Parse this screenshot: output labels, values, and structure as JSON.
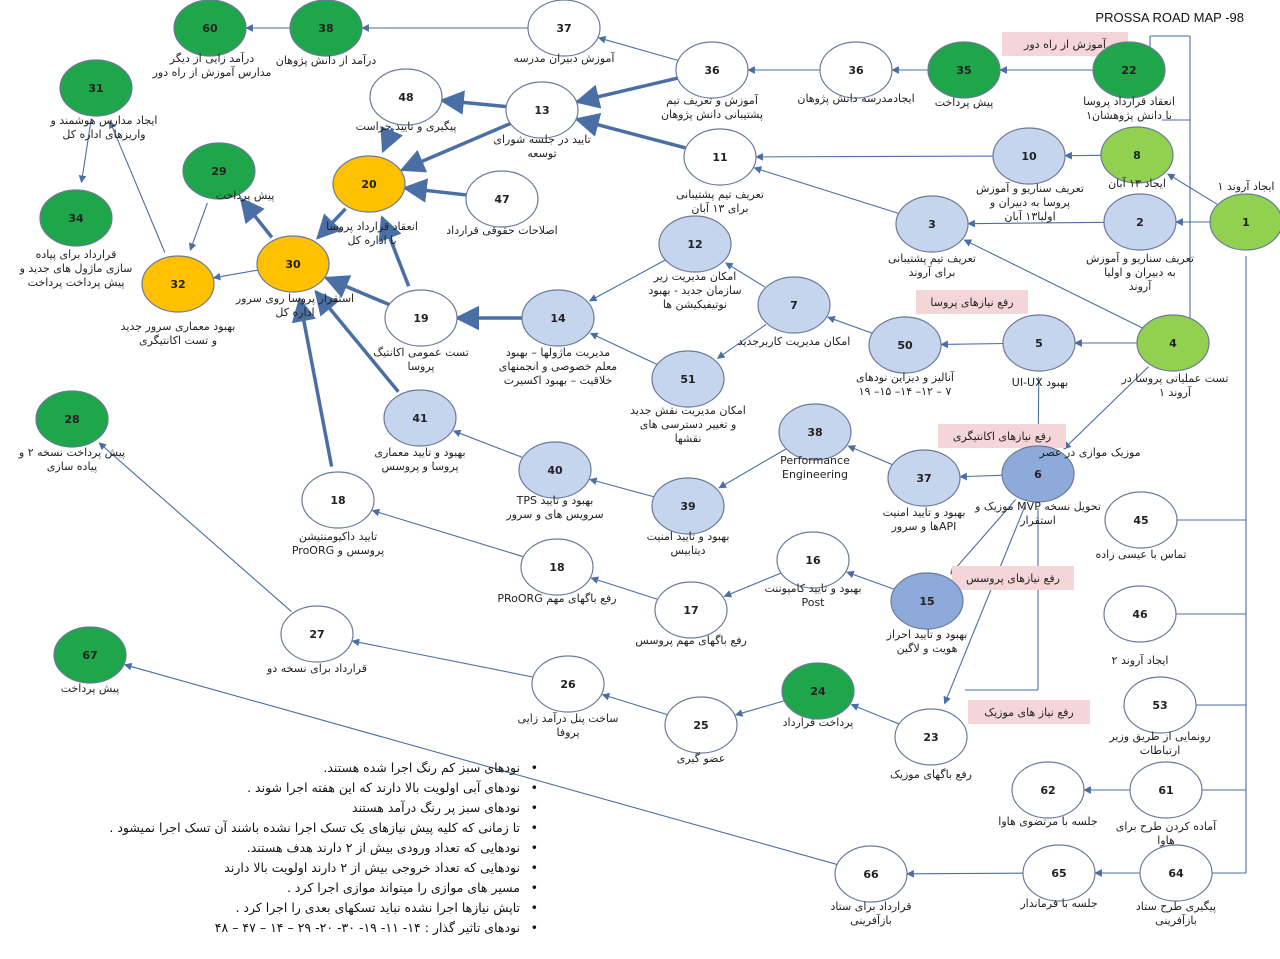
{
  "title": "PROSSA ROAD MAP -98",
  "colors": {
    "white": "#ffffff",
    "light_green": "#92d050",
    "dark_green": "#1fa64a",
    "gold": "#ffc000",
    "light_blue": "#c5d5ee",
    "mid_blue": "#8eaadb",
    "tag_pink": "#f4d6d8",
    "edge": "#4a6fa5"
  },
  "nodes": [
    {
      "id": "n1",
      "num": "1",
      "color": "light_green",
      "label": "ایجاد آروند ۱"
    },
    {
      "id": "n2",
      "num": "2",
      "color": "light_blue",
      "label": "تعریف سناریو و آموزش به دبیران و اولیا آروند"
    },
    {
      "id": "n3",
      "num": "3",
      "color": "light_blue",
      "label": "تعریف تیم پشتیبانی برای آروند"
    },
    {
      "id": "n4",
      "num": "4",
      "color": "light_green",
      "label": "تست عملیاتی پروسا در آروند ۱"
    },
    {
      "id": "n5",
      "num": "5",
      "color": "light_blue",
      "label": "بهبود UI-UX"
    },
    {
      "id": "n6",
      "num": "6",
      "color": "mid_blue",
      "label": "تحویل نسخه MVP موزیک و استقرار"
    },
    {
      "id": "n7",
      "num": "7",
      "color": "light_blue",
      "label": "امکان مدیریت کاربرجدید"
    },
    {
      "id": "n8",
      "num": "8",
      "color": "light_green",
      "label": "ایجاد ۱۳ آبان"
    },
    {
      "id": "n10",
      "num": "10",
      "color": "light_blue",
      "label": "تعریف سناریو و آموزش پروسا به دبیران و اولیا۱۳ آبان"
    },
    {
      "id": "n11",
      "num": "11",
      "color": "white",
      "label": "تعریف تیم پشتیبانی برای ۱۳ آبان"
    },
    {
      "id": "n12",
      "num": "12",
      "color": "light_blue",
      "label": "امکان مدیریت زیر سازمان جدید - بهبود نوتیفیکیشن ها"
    },
    {
      "id": "n13",
      "num": "13",
      "color": "white",
      "label": "تایید در جلسه شورای توسعه"
    },
    {
      "id": "n14",
      "num": "14",
      "color": "light_blue",
      "label": "مدیریت ماژولها – بهبود معلم خصوصی و انجمنهای خلاقیت – بهبود اکسیرت"
    },
    {
      "id": "n15",
      "num": "15",
      "color": "mid_blue",
      "label": "بهبود و تایید احراز هویت و لاگین"
    },
    {
      "id": "n16",
      "num": "16",
      "color": "white",
      "label": "بهبود و تایید کامپوننت Post"
    },
    {
      "id": "n17",
      "num": "17",
      "color": "white",
      "label": "رفع باگهای مهم پروسس"
    },
    {
      "id": "n18a",
      "num": "18",
      "color": "white",
      "label": "تایید داکیومنتیشن پروسس و ProORG"
    },
    {
      "id": "n18b",
      "num": "18",
      "color": "white",
      "label": "رفع باگهای مهم PRoORG"
    },
    {
      "id": "n19",
      "num": "19",
      "color": "white",
      "label": "تست عمومی اکانتیگ پروسا"
    },
    {
      "id": "n20",
      "num": "20",
      "color": "gold",
      "label": "انعقاد قرارداد پروسا با اداره کل"
    },
    {
      "id": "n22",
      "num": "22",
      "color": "dark_green",
      "label": "انعقاد قرارداد پروسا با دانش پژوهشان۱"
    },
    {
      "id": "n23",
      "num": "23",
      "color": "white",
      "label": "رفع باگهای موزیک"
    },
    {
      "id": "n24",
      "num": "24",
      "color": "dark_green",
      "label": "پرداخت قرارداد"
    },
    {
      "id": "n25",
      "num": "25",
      "color": "white",
      "label": "عضو گیری"
    },
    {
      "id": "n26",
      "num": "26",
      "color": "white",
      "label": "ساخت پنل درآمد زایی پروفا"
    },
    {
      "id": "n27",
      "num": "27",
      "color": "white",
      "label": "قرارداد برای نسخه دو"
    },
    {
      "id": "n28",
      "num": "28",
      "color": "dark_green",
      "label": "پیش پرداخت نسخه ۲ و پیاده سازی"
    },
    {
      "id": "n29",
      "num": "29",
      "color": "dark_green",
      "label": "پیش پرداخت"
    },
    {
      "id": "n30",
      "num": "30",
      "color": "gold",
      "label": "استقرار پروسا روی سرور اداره کل"
    },
    {
      "id": "n31",
      "num": "31",
      "color": "dark_green",
      "label": "ایجاد مدارس هوشمند و واریزهای اداره کل"
    },
    {
      "id": "n32",
      "num": "32",
      "color": "gold",
      "label": "بهبود معماری سرور جدید و تست اکانتیگری"
    },
    {
      "id": "n34",
      "num": "34",
      "color": "dark_green",
      "label": "قرارداد برای پیاده سازی ماژول های جدید و پیش پرداخت پرداخت"
    },
    {
      "id": "n35",
      "num": "35",
      "color": "dark_green",
      "label": "پیش پرداخت"
    },
    {
      "id": "n36a",
      "num": "36",
      "color": "white",
      "label": "ایجادمدرسه دانش پژوهان"
    },
    {
      "id": "n36b",
      "num": "36",
      "color": "white",
      "label": "آموزش و تعریف تیم پشتیبانی دانش پژوهان"
    },
    {
      "id": "n37a",
      "num": "37",
      "color": "white",
      "label": "آموزش دبیران مدرسه"
    },
    {
      "id": "n37b",
      "num": "37",
      "color": "light_blue",
      "label": "بهبود و تایید امنیت APIها و سرور"
    },
    {
      "id": "n38a",
      "num": "38",
      "color": "dark_green",
      "label": "درآمد از دانش پژوهان"
    },
    {
      "id": "n38b",
      "num": "38",
      "color": "light_blue",
      "label": "Performance Engineering"
    },
    {
      "id": "n39",
      "num": "39",
      "color": "light_blue",
      "label": "بهبود و تایید امنیت دیتابیس"
    },
    {
      "id": "n40",
      "num": "40",
      "color": "light_blue",
      "label": "بهبود و تایید TPS سرویس های و سرور"
    },
    {
      "id": "n41",
      "num": "41",
      "color": "light_blue",
      "label": "بهبود و تایید معماری پروسا و پروسس"
    },
    {
      "id": "n45",
      "num": "45",
      "color": "white",
      "label": "تماس با عیسی زاده"
    },
    {
      "id": "n46",
      "num": "46",
      "color": "white",
      "label": "ایجاد آروند ۲"
    },
    {
      "id": "n47",
      "num": "47",
      "color": "white",
      "label": "اصلاحات حقوقی قرارداد"
    },
    {
      "id": "n48",
      "num": "48",
      "color": "white",
      "label": "پیگیری و تایید حراست"
    },
    {
      "id": "n50",
      "num": "50",
      "color": "light_blue",
      "label": "آنالیز و دیزاین نودهای ۷ – ۱۲– ۱۴– ۱۵– ۱۹"
    },
    {
      "id": "n51",
      "num": "51",
      "color": "light_blue",
      "label": "امکان مدیریت نقش جدید و تغییر دسترسی های نقشها"
    },
    {
      "id": "n53",
      "num": "53",
      "color": "white",
      "label": "رونمایی از طریق وزیر ارتباطات"
    },
    {
      "id": "n60",
      "num": "60",
      "color": "dark_green",
      "label": "درآمد زایی از دیگر مدارس آموزش از راه دور"
    },
    {
      "id": "n61",
      "num": "61",
      "color": "white",
      "label": "آماده کردن طرح برای هاوا"
    },
    {
      "id": "n62",
      "num": "62",
      "color": "white",
      "label": "جلسه با مرتضوی هاوا"
    },
    {
      "id": "n64",
      "num": "64",
      "color": "white",
      "label": "پیگیری طرح ستاد بازآفرینی"
    },
    {
      "id": "n65",
      "num": "65",
      "color": "white",
      "label": "جلسه با فرماندار"
    },
    {
      "id": "n66",
      "num": "66",
      "color": "white",
      "label": "قرارداد برای ستاد بازآفرینی"
    },
    {
      "id": "n67",
      "num": "67",
      "color": "dark_green",
      "label": "پیش پرداخت"
    }
  ],
  "tags": [
    {
      "id": "t1",
      "text": "آموزش از راه دور"
    },
    {
      "id": "t2",
      "text": "رفع نیازهای پروسا"
    },
    {
      "id": "t3",
      "text": "رفع نیازهای اکانتیگری"
    },
    {
      "id": "t4",
      "text": "رفع نیازهای پروسس"
    },
    {
      "id": "t5",
      "text": "رفع نیاز های موزیک"
    }
  ],
  "free_labels": [
    {
      "id": "f1",
      "text": "موزیک موازی در عصر"
    }
  ],
  "legend": [
    "نودهای سبز کم رنگ اجرا شده هستند.",
    "نودهای آبی اولویت بالا دارند که این هفته اجرا شوند .",
    "نودهای سبز پر رنگ درآمد هستند",
    "تا زمانی که کلیه پیش نیازهای یک تسک اجرا نشده باشند آن تسک اجرا نمیشود .",
    "نودهایی که تعداد ورودی بیش از ۲ دارند هدف هستند.",
    "نودهایی که تعداد خروجی بیش از ۲ دارند اولویت بالا دارند",
    "مسیر های موازی را میتواند موازی اجرا کرد .",
    "تاپش نیازها اجرا نشده نباید تسکهای بعدی را اجرا کرد .",
    "نودهای تاثیر گذار : ۱۴- ۱۱- ۱۹- ۳۰- ۲۰- ۲۹ – ۱۴ – ۴۷ – ۴۸"
  ]
}
